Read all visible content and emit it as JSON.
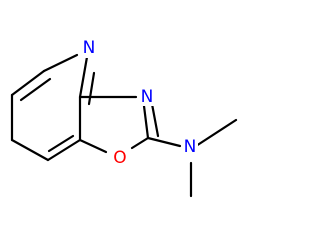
{
  "structure": {
    "atoms": [
      {
        "id": "N_pyridine",
        "label": "N",
        "color": "#0000ff"
      },
      {
        "id": "N_oxazole",
        "label": "N",
        "color": "#0000ff"
      },
      {
        "id": "O_oxazole",
        "label": "O",
        "color": "#ff0000"
      },
      {
        "id": "N_amine",
        "label": "N",
        "color": "#0000ff"
      }
    ],
    "bond_color": "#000000"
  }
}
